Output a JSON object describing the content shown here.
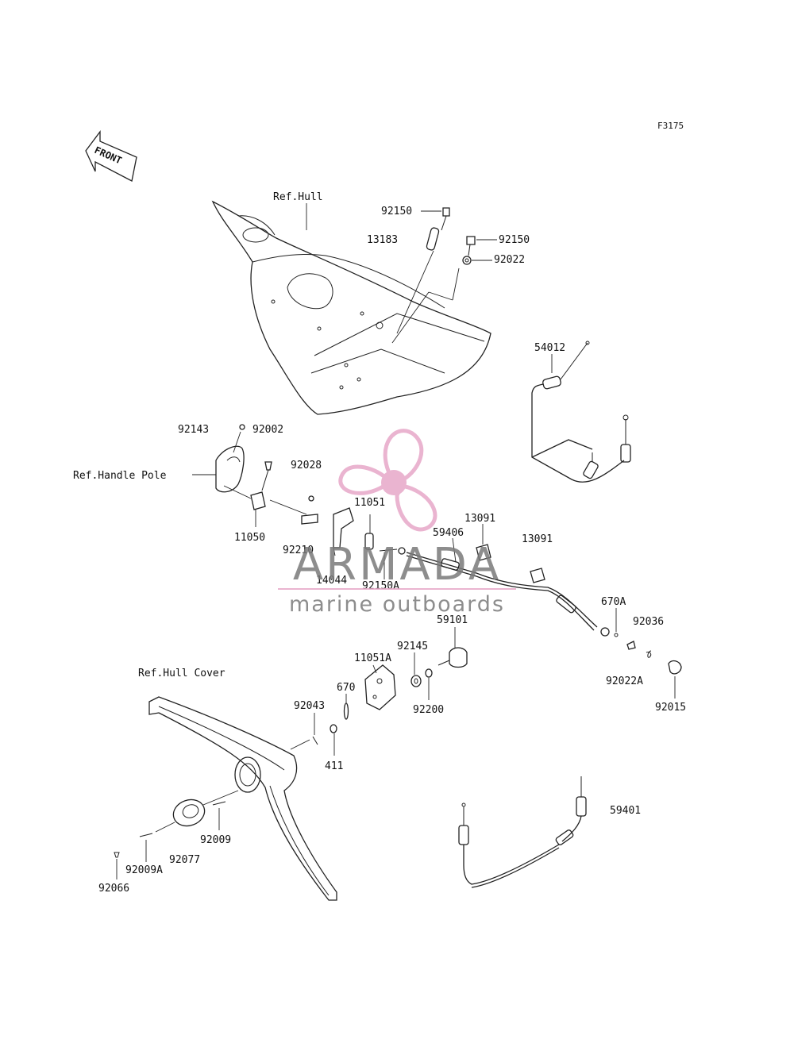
{
  "figure_code": "F3175",
  "front_label": "FRONT",
  "refs": {
    "hull": "Ref.Hull",
    "handle_pole": "Ref.Handle Pole",
    "hull_cover": "Ref.Hull Cover"
  },
  "parts": {
    "p92150_top": "92150",
    "p13183": "13183",
    "p92150_right": "92150",
    "p92022": "92022",
    "p54012": "54012",
    "p92143": "92143",
    "p92002": "92002",
    "p92028": "92028",
    "p11050": "11050",
    "p11051": "11051",
    "p92210": "92210",
    "p14044": "14044",
    "p92150A": "92150A",
    "p59406": "59406",
    "p13091_a": "13091",
    "p13091_b": "13091",
    "p670A": "670A",
    "p92036": "92036",
    "p92022A": "92022A",
    "p92015": "92015",
    "p59101": "59101",
    "p92145": "92145",
    "p11051A": "11051A",
    "p92200": "92200",
    "p670": "670",
    "p92043": "92043",
    "p411": "411",
    "p92009": "92009",
    "p92077": "92077",
    "p92009A": "92009A",
    "p92066": "92066",
    "p59401": "59401"
  },
  "watermark": {
    "brand": "ARMADA",
    "tagline": "marine outboards",
    "brand_color": "#7a7a7a",
    "accent_color": "#e7a7c8"
  }
}
